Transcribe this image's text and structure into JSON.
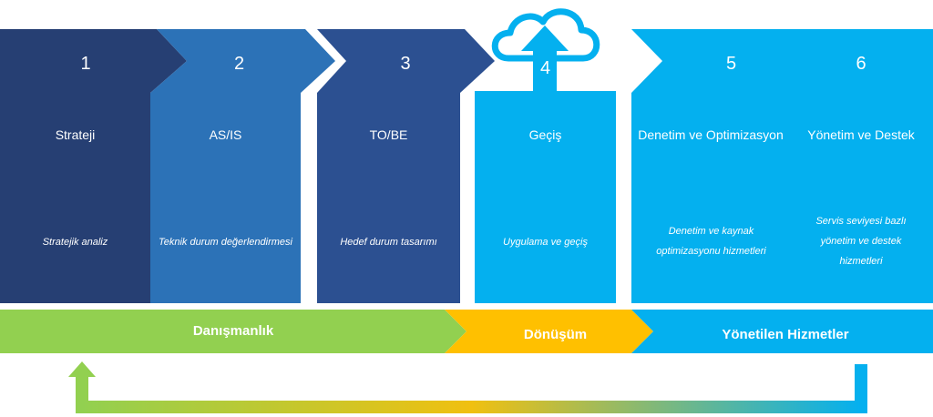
{
  "colors": {
    "dark_navy": "#263f73",
    "mid_blue": "#2c72b7",
    "royal": "#2c5091",
    "sky": "#04b0ef",
    "green": "#92d050",
    "gold": "#ffc000",
    "white": "#ffffff"
  },
  "steps": [
    {
      "number": "1",
      "title": "Strateji",
      "description": [
        "Stratejik analiz"
      ]
    },
    {
      "number": "2",
      "title": "AS/IS",
      "description": [
        "Teknik durum değerlendirmesi"
      ]
    },
    {
      "number": "3",
      "title": "TO/BE",
      "description": [
        "Hedef durum tasarımı"
      ]
    },
    {
      "number": "4",
      "title": "Geçiş",
      "description": [
        "Uygulama ve geçiş"
      ]
    },
    {
      "number": "5",
      "title": "Denetim ve Optimizasyon",
      "description": [
        "Denetim ve kaynak",
        "optimizasyonu hizmetleri"
      ]
    },
    {
      "number": "6",
      "title": "Yönetim ve Destek",
      "description": [
        "Servis seviyesi bazlı",
        "yönetim ve destek",
        "hizmetleri"
      ]
    }
  ],
  "phases": [
    {
      "label": "Danışmanlık"
    },
    {
      "label": "Dönüşüm"
    },
    {
      "label": "Yönetilen Hizmetler"
    }
  ],
  "icons": [
    "cloud-upload-icon",
    "return-arrow-icon"
  ]
}
